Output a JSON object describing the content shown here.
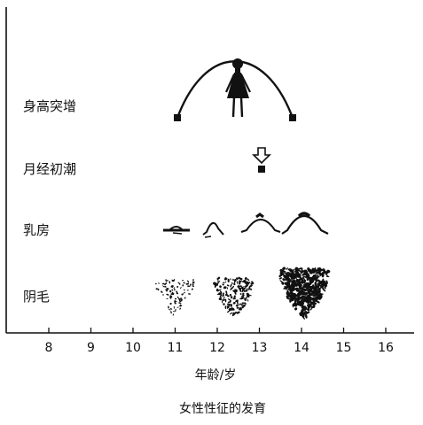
{
  "diagram": {
    "rows": {
      "growth_spurt": "身高突增",
      "menarche": "月经初潮",
      "breast": "乳房",
      "pubic_hair": "阴毛"
    },
    "ticks": [
      "8",
      "9",
      "10",
      "11",
      "12",
      "13",
      "14",
      "15",
      "16"
    ],
    "x_axis_label": "年龄/岁",
    "caption": "女性性征的发育"
  },
  "colors": {
    "ink": "#111111",
    "background": "#ffffff"
  },
  "icons": [
    "girl-silhouette-icon",
    "down-arrow-icon"
  ]
}
